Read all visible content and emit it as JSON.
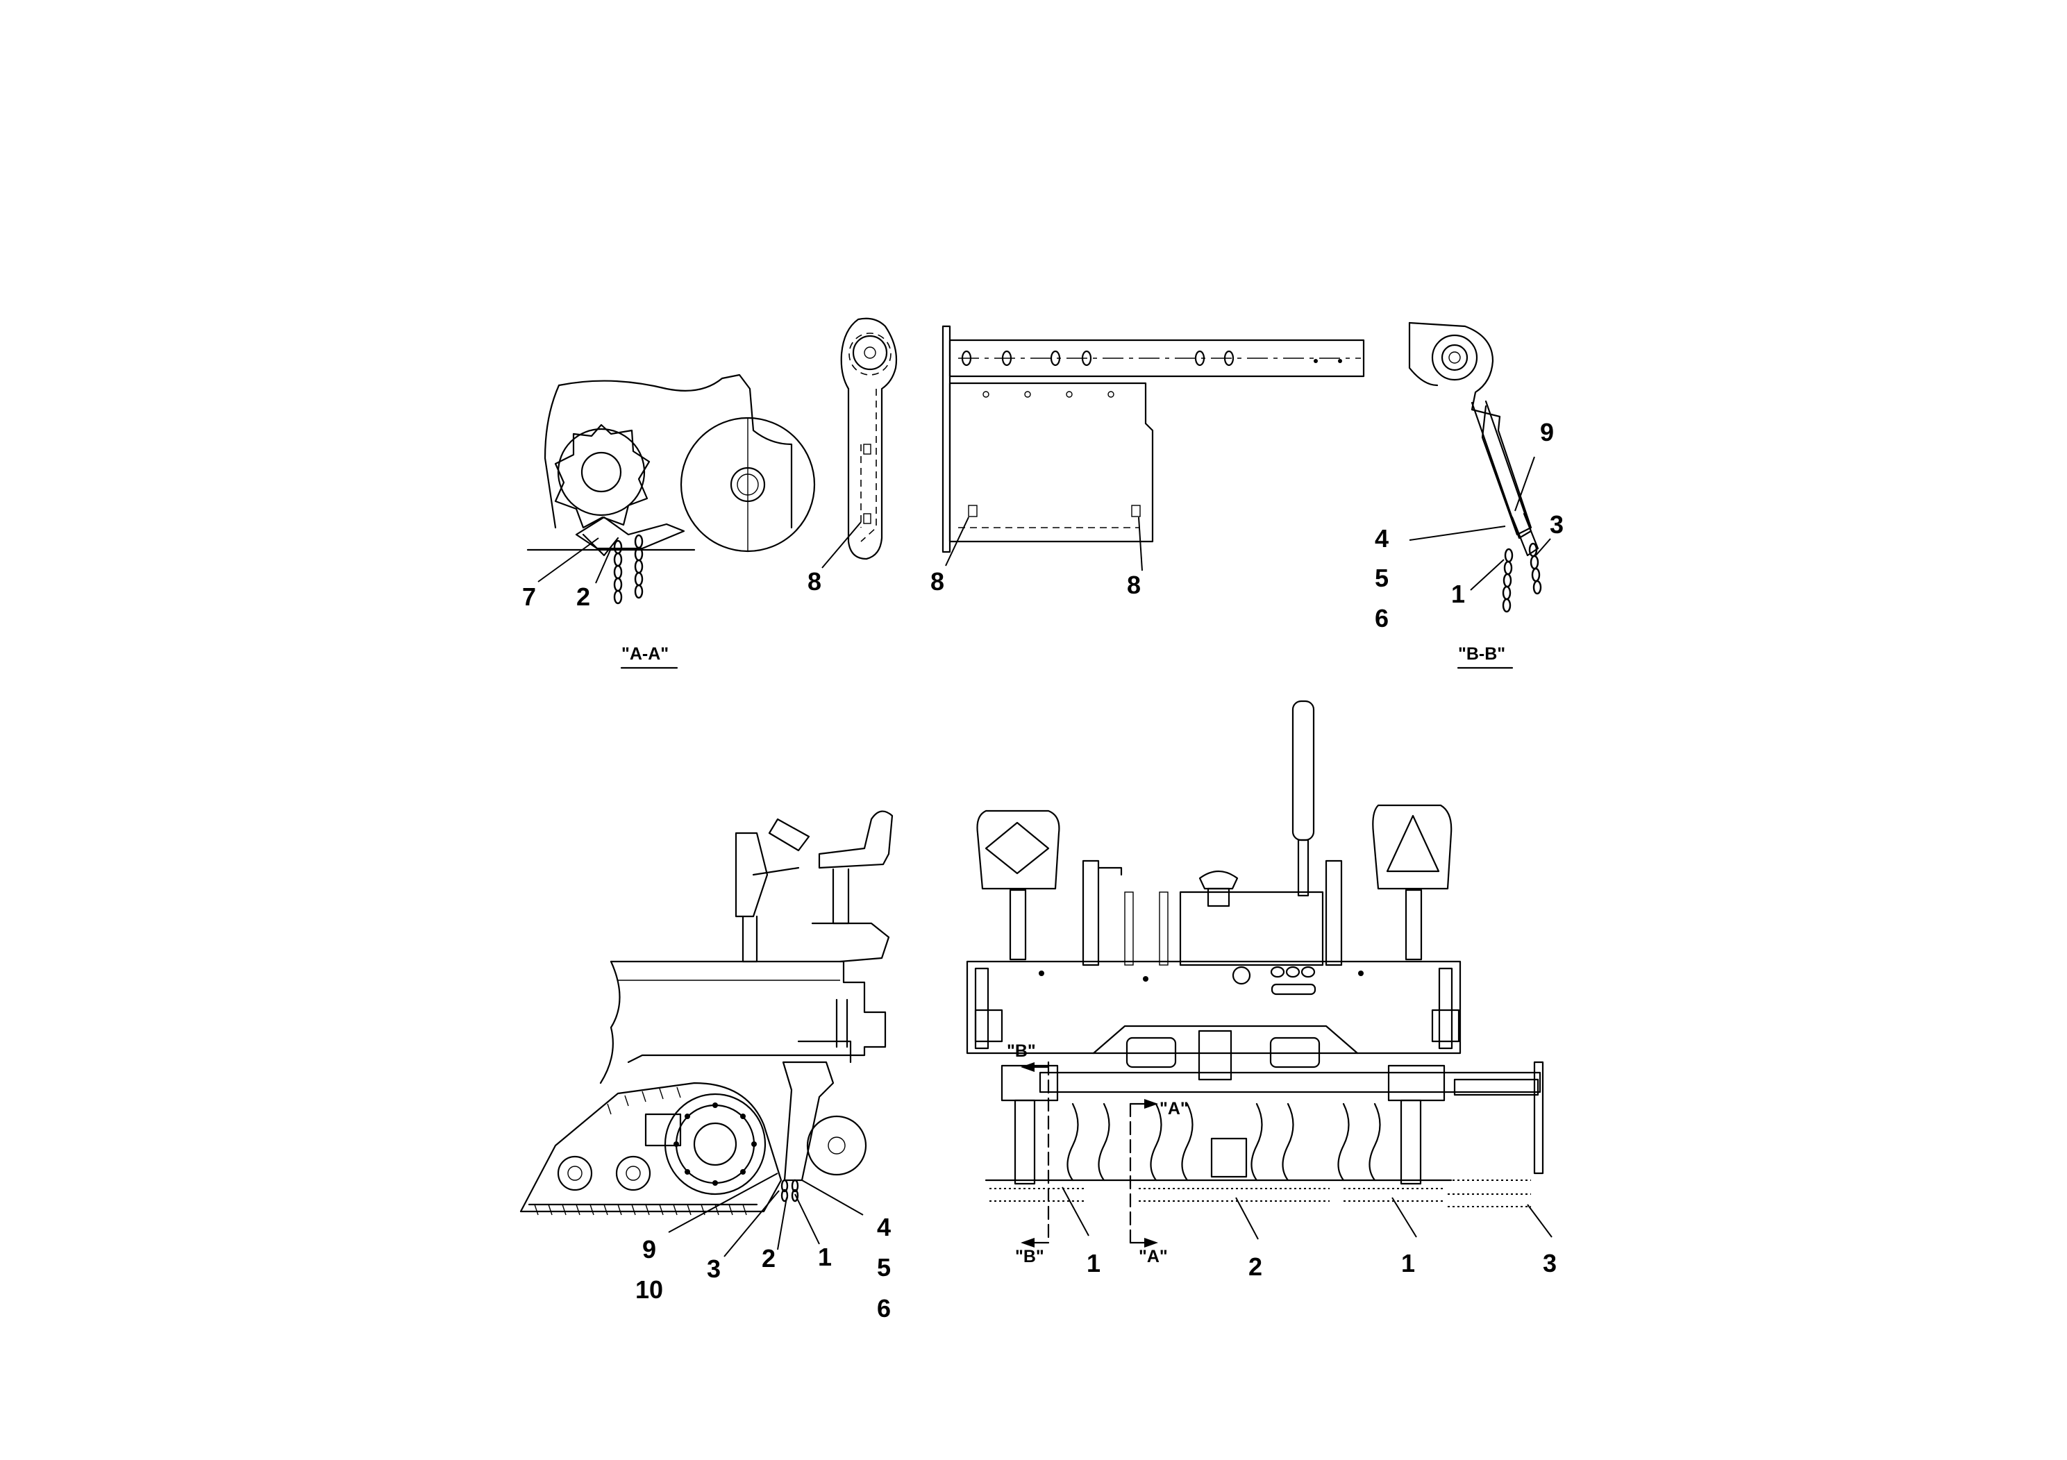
{
  "views": {
    "section_aa": {
      "label": "\"A-A\"",
      "callouts": [
        "7",
        "2"
      ]
    },
    "bracket_side": {
      "callouts": [
        "8"
      ]
    },
    "plate_front": {
      "callouts": [
        "8",
        "8"
      ]
    },
    "section_bb": {
      "label": "\"B-B\"",
      "callouts": [
        "9",
        "4",
        "5",
        "6",
        "3",
        "1"
      ]
    },
    "machine_side": {
      "callouts": [
        "9",
        "10",
        "3",
        "2",
        "1",
        "4",
        "5",
        "6"
      ]
    },
    "machine_rear": {
      "callouts": [
        "1",
        "2",
        "1",
        "3"
      ],
      "section_marks": [
        "\"B\"",
        "\"A\"",
        "\"B\"",
        "\"A\""
      ]
    }
  }
}
